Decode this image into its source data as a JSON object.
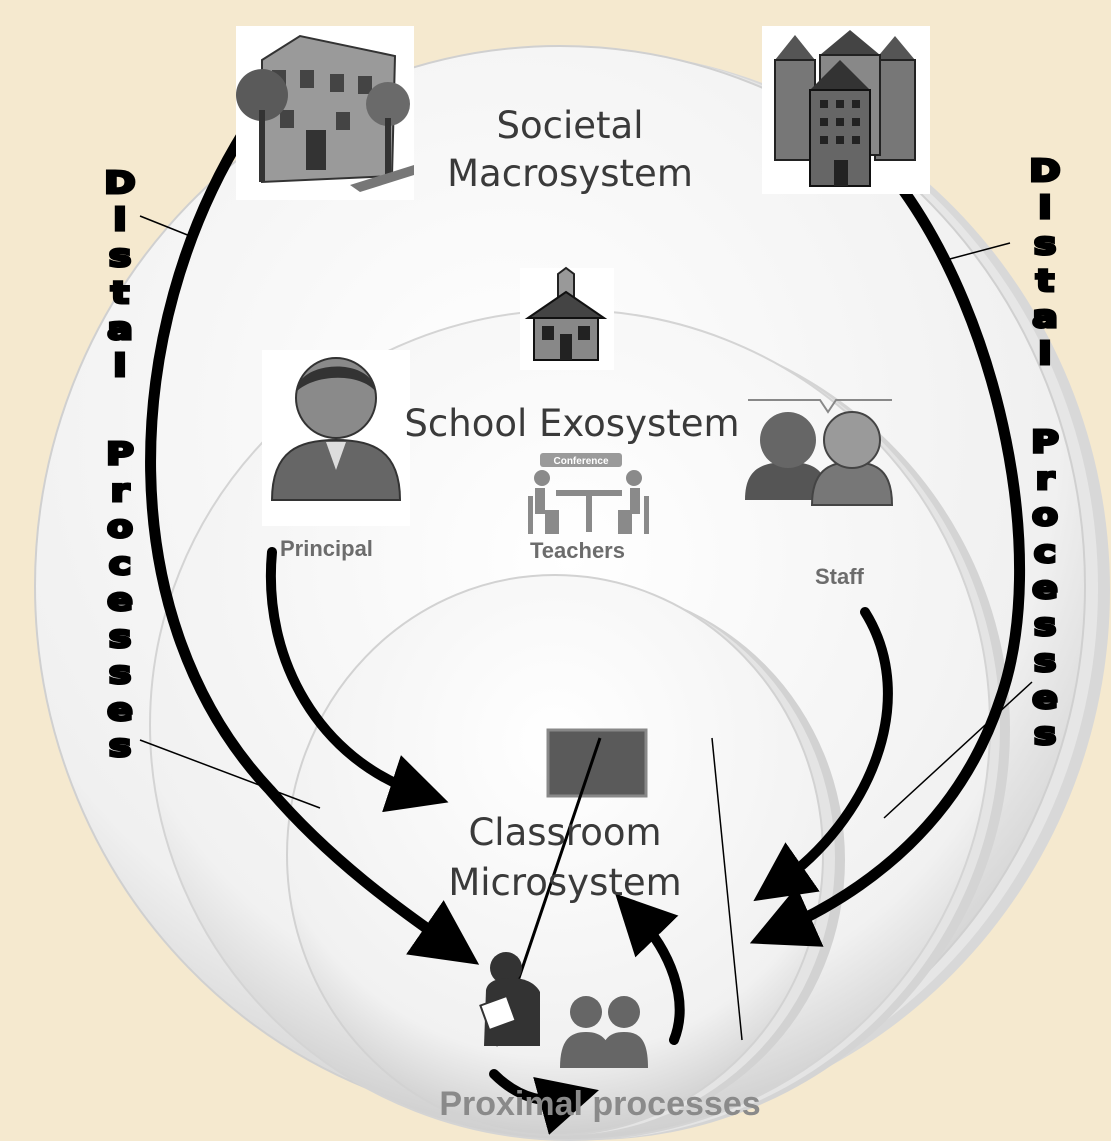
{
  "layers": {
    "macro": {
      "line1": "Societal",
      "line2": "Macrosystem"
    },
    "exo": {
      "label": "School Exosystem"
    },
    "micro": {
      "line1": "Classroom",
      "line2": "Microsystem"
    }
  },
  "roles": {
    "principal": "Principal",
    "teachers": "Teachers",
    "staff": "Staff"
  },
  "conference_sign": "Conference",
  "proximal_label": "Proximal processes",
  "distal": {
    "left": {
      "word1": [
        "D",
        "i",
        "s",
        "t",
        "a",
        "l"
      ],
      "word2": [
        "P",
        "r",
        "o",
        "c",
        "e",
        "s",
        "s",
        "e",
        "s"
      ]
    },
    "right": {
      "word1": [
        "D",
        "i",
        "s",
        "t",
        "a",
        "l"
      ],
      "word2": [
        "P",
        "r",
        "o",
        "c",
        "e",
        "s",
        "s",
        "e",
        "s"
      ]
    }
  },
  "colors": {
    "background": "#f5e9cf",
    "arrow": "#000000",
    "circle": "#f4f4f4"
  },
  "icons": [
    "townhouse-icon",
    "office-towers-icon",
    "schoolhouse-icon",
    "principal-icon",
    "conference-icon",
    "staff-icon",
    "teacher-classroom-icon"
  ]
}
